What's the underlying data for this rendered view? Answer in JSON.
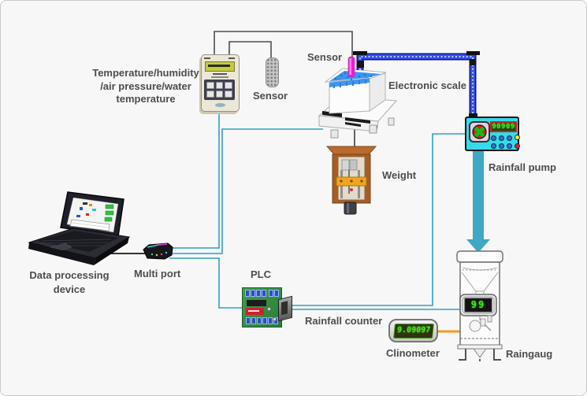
{
  "scene": {
    "background": "#f7f7f7",
    "border_color": "#c9c9c9"
  },
  "nodes": {
    "temperature_device": {
      "label_line1": "Temperature/humidity",
      "label_line2": "/air pressure/water",
      "label_line3": "temperature"
    },
    "air_sensor": {
      "label": "Sensor"
    },
    "water_sensor": {
      "label": "Sensor"
    },
    "electronic_scale": {
      "label": "Electronic scale"
    },
    "weight": {
      "label": "Weight"
    },
    "rainfall_pump": {
      "label": "Rainfall pump",
      "display_value": "90909"
    },
    "data_processing_device": {
      "label_line1": "Data processing",
      "label_line2": "device"
    },
    "multi_port": {
      "label": "Multi port"
    },
    "plc": {
      "label": "PLC"
    },
    "rainfall_counter": {
      "label": "Rainfall counter"
    },
    "clinometer": {
      "label": "Clinometer",
      "display_value": "9.09097"
    },
    "raingauge": {
      "label": "Raingaug",
      "display_value": "99"
    }
  },
  "colors": {
    "signal_line": "#2fa1c5",
    "cable_line": "#4d4d4d",
    "clinometer_link": "#f59a1d",
    "pipe_blue": "#3a4ae8",
    "flow_arrow": "#3ea8c5",
    "digit_green": "#3ce818",
    "pump_body": "#35dbe8",
    "label_text": "#4d4d4d"
  }
}
